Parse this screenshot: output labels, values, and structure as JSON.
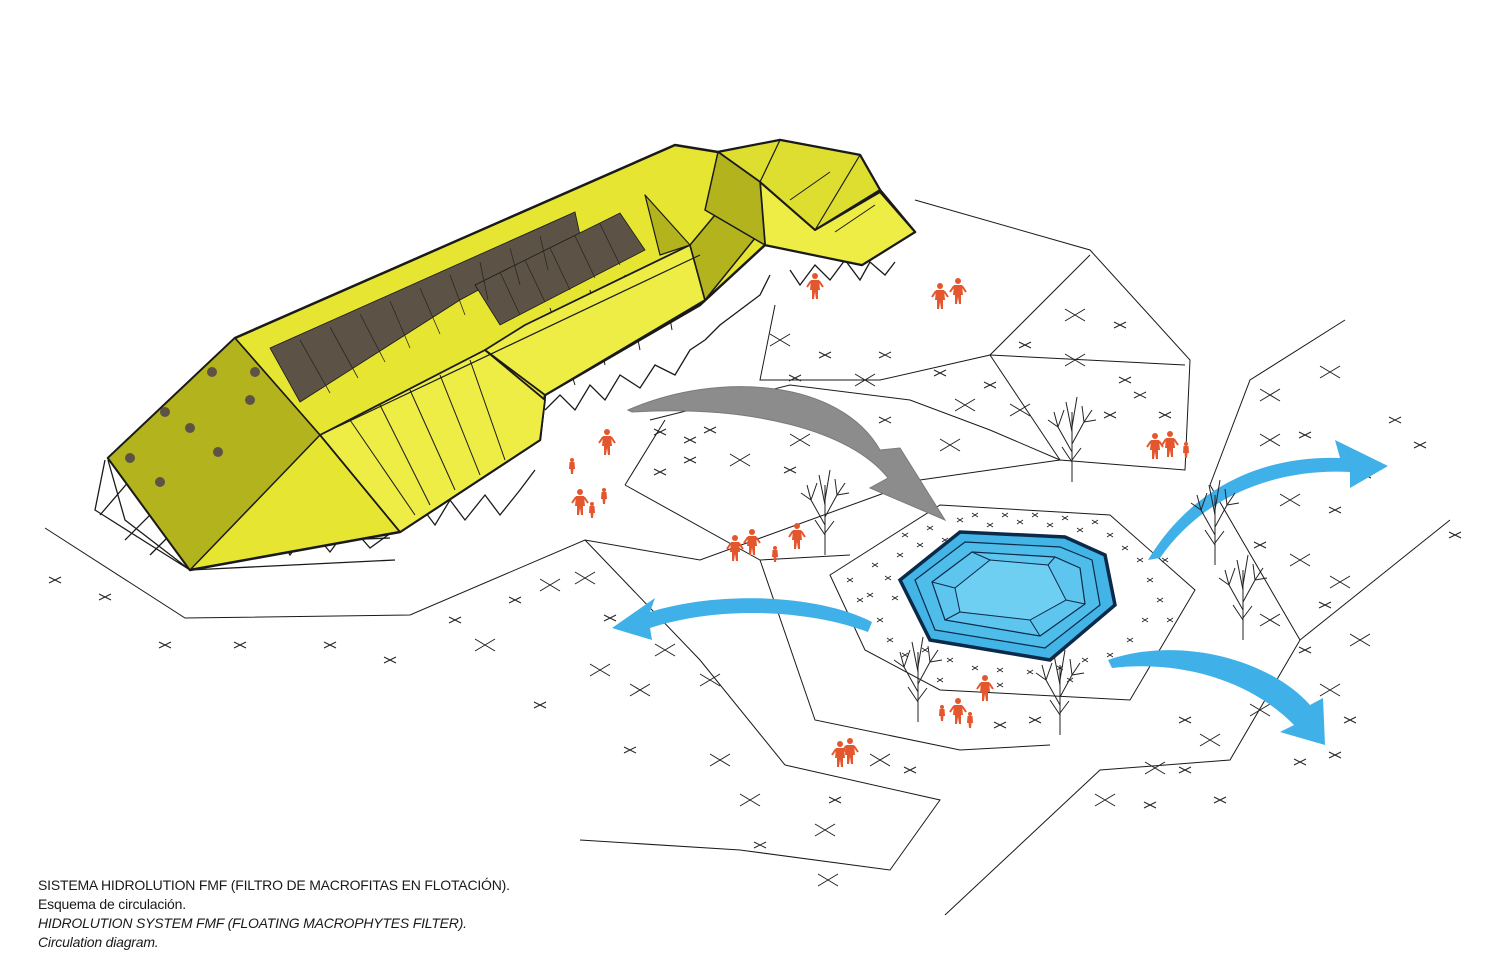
{
  "caption": {
    "line1_es": "SISTEMA HIDROLUTION FMF (FILTRO DE MACROFITAS EN FLOTACIÓN).",
    "line2_es": "Esquema de circulación.",
    "line3_en": "HIDROLUTION SYSTEM FMF (FLOATING MACROPHYTES FILTER).",
    "line4_en": "Circulation diagram."
  },
  "colors": {
    "roof_yellow": "#e6e632",
    "roof_shadow": "#b3b31e",
    "solar_panels": "#5c5346",
    "pond_blue": "#42b4e6",
    "flow_arrows": "#3fb0e8",
    "circulation_arrow": "#8c8c8c",
    "people": "#e4572e",
    "linework": "#1a1a1a"
  }
}
